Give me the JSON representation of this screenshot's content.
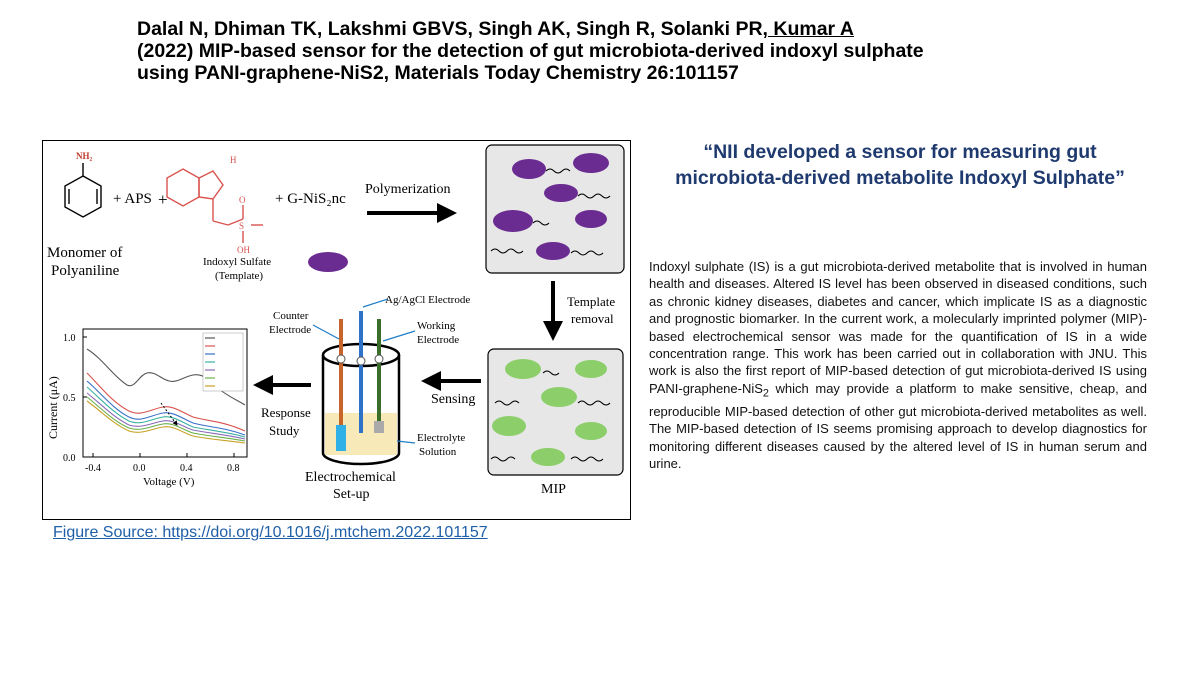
{
  "citation": {
    "authors_pre": "Dalal N, Dhiman TK, Lakshmi GBVS, Singh AK, Singh R, Solanki PR,",
    "authors_underlined": " Kumar A",
    "rest": "(2022) MIP-based sensor for the detection of gut microbiota-derived indoxyl sulphate using PANI-graphene-NiS2, Materials Today Chemistry 26:101157"
  },
  "figure": {
    "nh2": "NH₂",
    "plus1": "+ APS",
    "plus2": "+",
    "plus3": "+ G-NiS₂nc",
    "nh_label": "H",
    "oh_label": "OH",
    "o_label": "O",
    "s_label": "S",
    "polymerization": "Polymerization",
    "monomer_line1": "Monomer of",
    "monomer_line2": "Polyaniline",
    "template_line1": "Indoxyl Sulfate",
    "template_line2": "(Template)",
    "template_removal_line1": "Template",
    "template_removal_line2": "removal",
    "ag_electrode": "Ag/AgCl Electrode",
    "counter_line1": "Counter",
    "counter_line2": "Electrode",
    "working_line1": "Working",
    "working_line2": "Electrode",
    "electrolyte_line1": "Electrolyte",
    "electrolyte_line2": "Solution",
    "sensing": "Sensing",
    "response_line1": "Response",
    "response_line2": "Study",
    "electrochemical_line1": "Electrochemical",
    "electrochemical_line2": "Set-up",
    "mip": "MIP",
    "plot": {
      "ylabel": "Current (μA)",
      "xlabel": "Voltage (V)",
      "yticks": [
        "1.0",
        "0.5",
        "0.0"
      ],
      "xticks": [
        "-0.4",
        "0.0",
        "0.4",
        "0.8"
      ]
    }
  },
  "figure_source": "Figure Source: https://doi.org/10.1016/j.mtchem.2022.101157",
  "quote": "“NII developed a sensor for measuring gut microbiota-derived metabolite Indoxyl Sulphate”",
  "abstract": {
    "part1": "Indoxyl sulphate (IS) is a gut microbiota-derived metabolite that is involved in human health and diseases. Altered IS level has been observed in diseased conditions, such as chronic kidney diseases, diabetes and cancer, which implicate IS as a diagnostic and prognostic biomarker. In the current work, a molecularly imprinted polymer (MIP)-based electrochemical sensor was made for the quantification of IS in a wide concentration range. This work has been carried out in collaboration with JNU. This work is also the first report of MIP-based detection of gut microbiota-derived IS using PANI-graphene-NiS",
    "sub": "2",
    "part2": " which may provide a platform to make sensitive, cheap, and reproducible MIP-based detection of other gut microbiota-derived metabolites as well. The MIP-based detection of IS seems promising approach to develop diagnostics for monitoring different diseases caused by the altered level of IS in human serum and urine."
  },
  "colors": {
    "quote": "#1f3a6e",
    "link": "#1f5fa8",
    "template_blob": "#6a2c91",
    "mip_blob": "#8ccf6a",
    "indoxyl_structure": "#d9534f"
  }
}
